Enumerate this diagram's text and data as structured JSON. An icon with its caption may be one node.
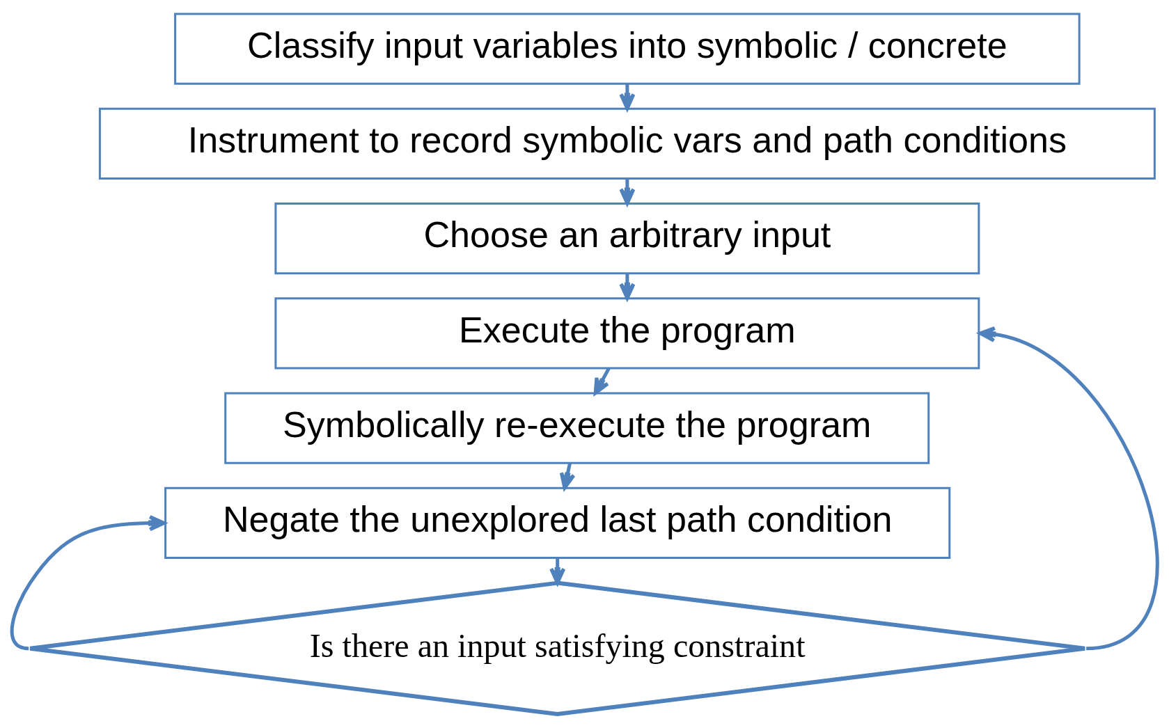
{
  "diagram": {
    "nodes": [
      {
        "text": [
          "Classify input variables into symbolic / concrete"
        ]
      },
      {
        "text": [
          "Instrument to record symbolic vars and path conditions"
        ]
      },
      {
        "text": [
          "Choose an arbitrary input"
        ]
      },
      {
        "text": [
          "Execute the program"
        ]
      },
      {
        "text": [
          "Symbolically re-execute the program"
        ]
      },
      {
        "text": [
          "Negate the unexplored last path condition"
        ]
      },
      {
        "text": [
          "Is there an input satisfying constraint"
        ]
      }
    ],
    "edges": [
      {
        "from": 0,
        "to": 1,
        "arrow": "to"
      },
      {
        "from": 1,
        "to": 2,
        "arrow": "to"
      },
      {
        "from": 2,
        "to": 3,
        "arrow": "to"
      },
      {
        "from": 3,
        "to": 4,
        "arrow": "to"
      },
      {
        "from": 4,
        "to": 5,
        "arrow": "to"
      },
      {
        "from": 5,
        "to": 6,
        "arrow": "to"
      },
      {
        "from": 6,
        "to": 5,
        "arrow": "to"
      },
      {
        "from": 6,
        "to": 3,
        "arrow": "to"
      }
    ]
  }
}
